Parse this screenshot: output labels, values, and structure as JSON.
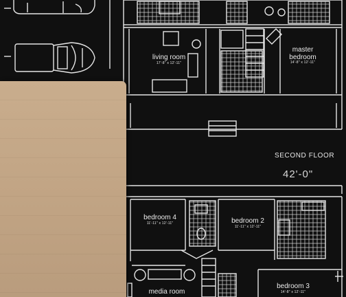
{
  "plan": {
    "first_floor": {
      "rooms": {
        "living_room": {
          "name": "living room",
          "dims": "17'-8\" x 12'-11\""
        },
        "master_bedroom": {
          "name": "master bedroom",
          "dims": "14'-8\" x 12'-11\""
        }
      }
    },
    "second_floor": {
      "heading": "SECOND FLOOR",
      "width_dimension": "42'-0\"",
      "rooms": {
        "bedroom_4": {
          "name": "bedroom 4",
          "dims": "11'-11\" x 12'-11\""
        },
        "bedroom_2": {
          "name": "bedroom 2",
          "dims": "11'-11\" x 12'-11\""
        },
        "bedroom_3": {
          "name": "bedroom 3",
          "dims": "14'-8\" x 12'-11\""
        },
        "media_room": {
          "name": "media room"
        }
      }
    }
  },
  "colors": {
    "background": "#101010",
    "linework": "#e6e6e6",
    "paper": "#c4a786"
  }
}
